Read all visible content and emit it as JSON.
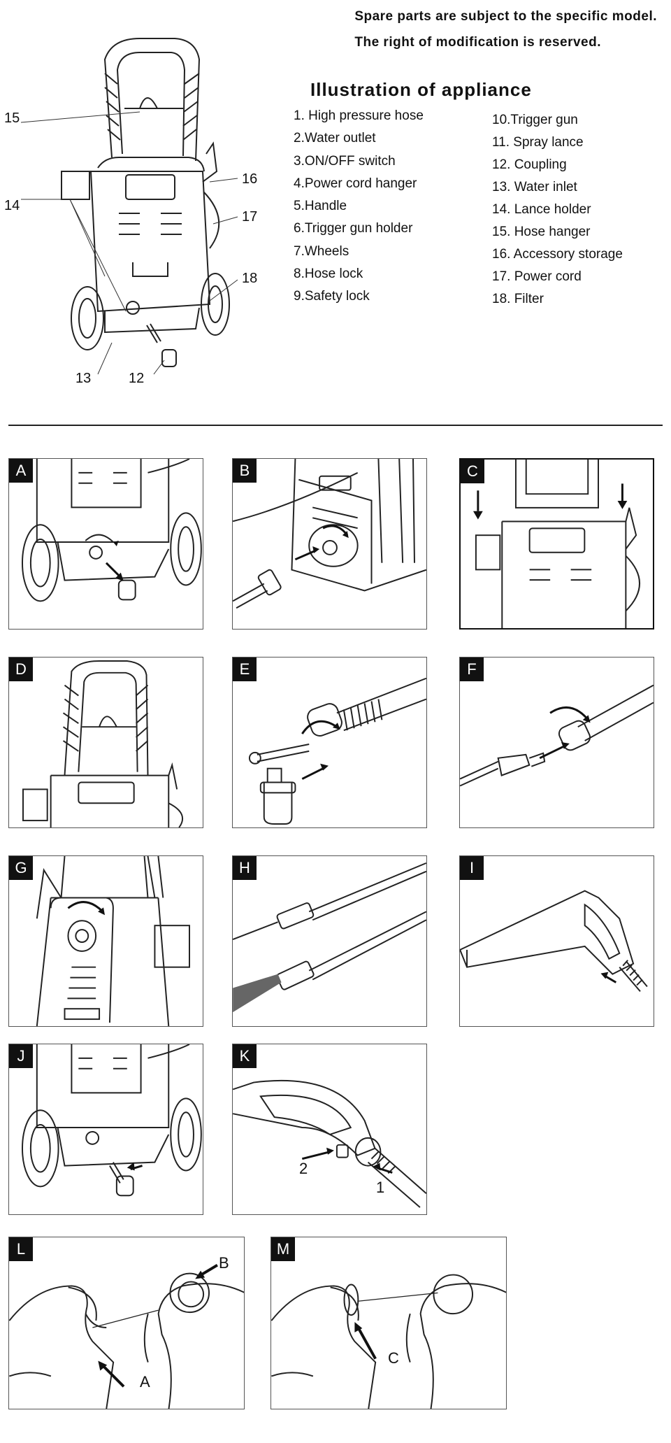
{
  "notice": {
    "line1": "Spare  parts are subject to the specific model.",
    "line2": "The right of modification is reserved."
  },
  "title": "Illustration of appliance",
  "parts_left": [
    "1. High pressure hose",
    "2.Water outlet",
    "3.ON/OFF switch",
    "4.Power cord hanger",
    "5.Handle",
    "6.Trigger gun holder",
    "7.Wheels",
    "8.Hose  lock",
    "9.Safety lock"
  ],
  "parts_right": [
    "10.Trigger gun",
    "11. Spray lance",
    "12.  Coupling",
    "13. Water inlet",
    "14. Lance holder",
    "15. Hose hanger",
    "16. Accessory storage",
    "17. Power cord",
    "18. Filter"
  ],
  "callouts": {
    "c15": "15",
    "c14": "14",
    "c16": "16",
    "c17": "17",
    "c18": "18",
    "c13": "13",
    "c12": "12"
  },
  "panels": {
    "A": "A",
    "B": "B",
    "C": "C",
    "D": "D",
    "E": "E",
    "F": "F",
    "G": "G",
    "H": "H",
    "I": "I",
    "J": "J",
    "K": "K",
    "L": "L",
    "M": "M"
  },
  "panel_labels": {
    "k1": "1",
    "k2": "2",
    "lA": "A",
    "lB": "B",
    "mC": "C"
  }
}
